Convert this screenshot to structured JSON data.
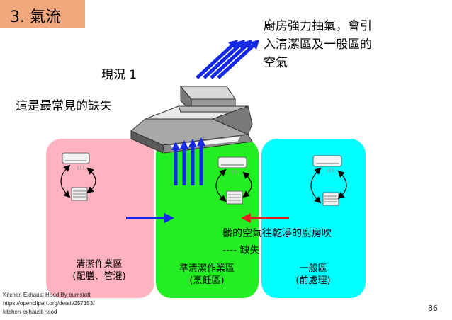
{
  "slide": {
    "section_title": "3.  氣流",
    "scenario": "現況 1",
    "common_defect": "這是最常見的缺失",
    "exhaust_note": [
      "廚房強力抽氣，會引",
      "入清潔區及一般區的",
      "空氣"
    ],
    "dirty_air_note": [
      "髒的空氣往乾淨的廚房吹",
      "---- 缺失"
    ],
    "page_number": "86"
  },
  "zones": [
    {
      "name": "清潔作業區",
      "sub": "(配膳、管灌)",
      "color": "#ffb3c0"
    },
    {
      "name": "準清潔作業區",
      "sub": "(烹飪區)",
      "color": "#22ee22"
    },
    {
      "name": "一般區",
      "sub": "(前處理)",
      "color": "#00ffff"
    }
  ],
  "credit": {
    "line1": "Kitchen Exhaust Hood By    bumstott",
    "line2": "https://openclipart.org/detail/257153/",
    "line3": "kitchen-exhaust-hood"
  },
  "colors": {
    "title_bg": "#f2a77c",
    "arrow_blue": "#1428e6",
    "arrow_red": "#e61e1e"
  }
}
